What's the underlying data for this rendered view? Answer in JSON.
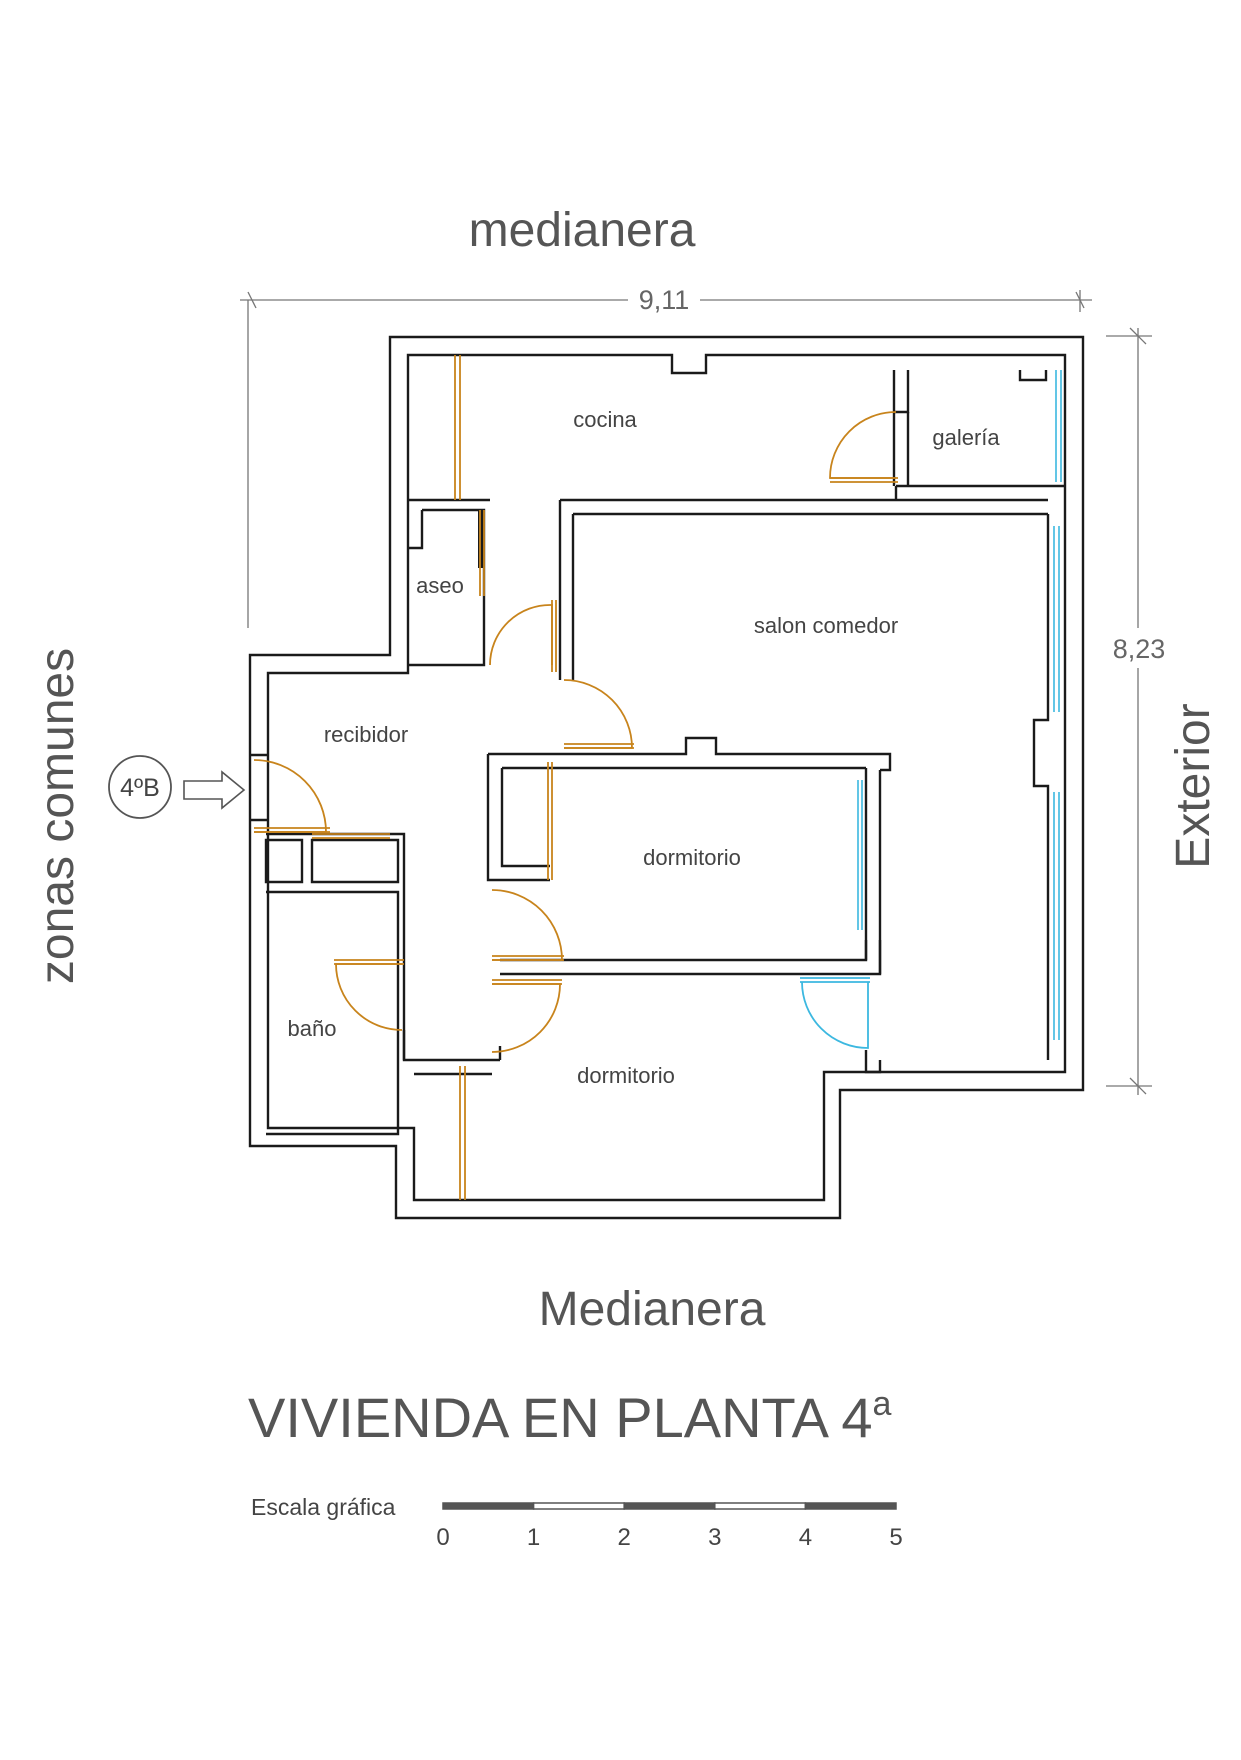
{
  "labels": {
    "top": "medianera",
    "bottom": "Medianera",
    "left": "zonas comunes",
    "right": "Exterior"
  },
  "dimensions": {
    "width": "9,11",
    "height": "8,23"
  },
  "rooms": {
    "cocina": "cocina",
    "galeria": "galería",
    "aseo": "aseo",
    "salon": "salon comedor",
    "recibidor": "recibidor",
    "dormitorio1": "dormitorio",
    "dormitorio2": "dormitorio",
    "bano": "baño"
  },
  "entrance": {
    "unit": "4ºB"
  },
  "title": {
    "main": "VIVIENDA EN PLANTA 4",
    "superscript": "a"
  },
  "scale": {
    "label": "Escala gráfica",
    "ticks": [
      "0",
      "1",
      "2",
      "3",
      "4",
      "5"
    ]
  },
  "colors": {
    "wall": "#1a1a1a",
    "text": "#555555",
    "door": "#c8841c",
    "window": "#3cb8e0"
  }
}
